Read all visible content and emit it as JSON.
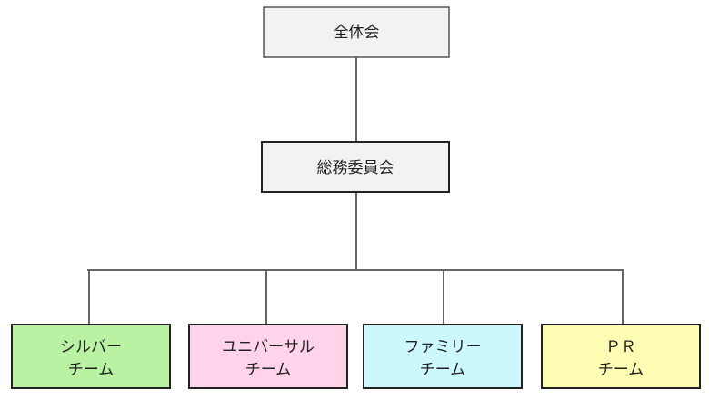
{
  "org": {
    "root": {
      "label": "全体会",
      "fill": "#f2f2f2"
    },
    "committee": {
      "label": "総務委員会",
      "fill": "#f2f2f2"
    },
    "teams": [
      {
        "line1": "シルバー",
        "line2": "チーム",
        "fill": "#b9f2a3"
      },
      {
        "line1": "ユニバーサル",
        "line2": "チーム",
        "fill": "#ffd3ea"
      },
      {
        "line1": "ファミリー",
        "line2": "チーム",
        "fill": "#ccf7fd"
      },
      {
        "line1": "ＰＲ",
        "line2": "チーム",
        "fill": "#fdfcb3"
      }
    ],
    "colors": {
      "connector": "#666666",
      "border_light": "#555555",
      "border_dark": "#222222"
    }
  }
}
